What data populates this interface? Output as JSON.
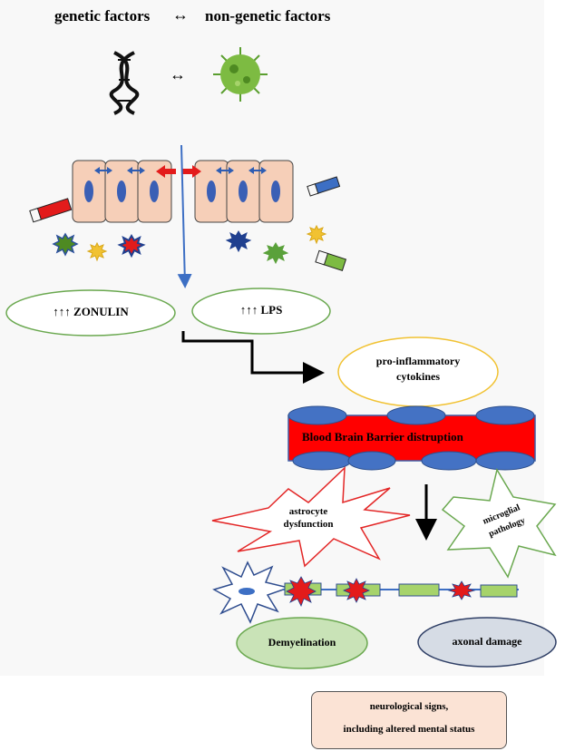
{
  "header": {
    "genetic": "genetic factors",
    "arrow": "↔",
    "non_genetic": "non-genetic factors"
  },
  "labels": {
    "zonulin": "↑↑↑ ZONULIN",
    "lps": "↑↑↑ LPS",
    "cytokines_line1": "pro-inflammatory",
    "cytokines_line2": "cytokines",
    "bbb": "Blood Brain Barrier distruption",
    "astrocyte_line1": "astrocyte",
    "astrocyte_line2": "dysfunction",
    "microglial_line1": "microglial",
    "microglial_line2": "pathology",
    "demyelination": "Demyelination",
    "axonal": "axonal damage",
    "neuro_line1": "neurological signs,",
    "neuro_line2": "including altered mental status"
  },
  "colors": {
    "cell_fill": "#f6cfb8",
    "nucleus": "#3a5fb5",
    "main_arrow": "#3d6fc4",
    "oval_border": "#6aa84f",
    "cytokine_border": "#f1c232",
    "bbb_fill": "#ff0000",
    "bbb_cell": "#4472c4",
    "astro_star": "#e32626",
    "microglia_star": "#6aa84f",
    "demyelination_fill": "#c9e3b7",
    "axonal_fill": "#d6dce5",
    "neuro_box": "#fbe3d5",
    "virus": "#7dbb42"
  },
  "icons": [
    "dna-icon",
    "virus-icon",
    "bacteria-icon",
    "capsule-icon"
  ]
}
